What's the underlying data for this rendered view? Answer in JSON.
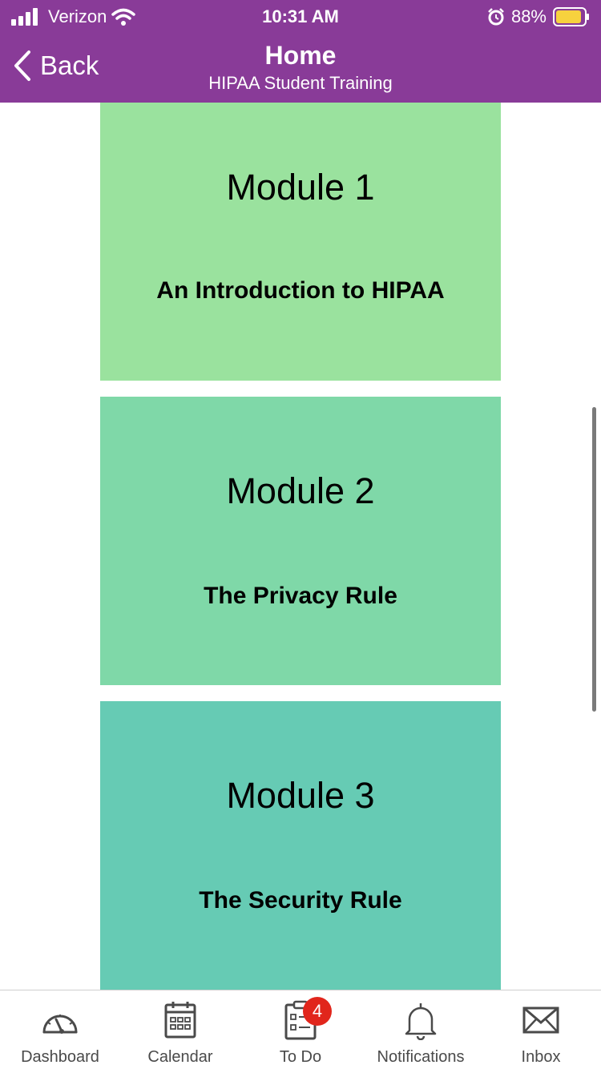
{
  "status_bar": {
    "carrier": "Verizon",
    "time": "10:31 AM",
    "battery": "88%"
  },
  "nav": {
    "back_label": "Back",
    "title": "Home",
    "subtitle": "HIPAA Student Training"
  },
  "modules": [
    {
      "number": "Module 1",
      "title": "An Introduction to HIPAA",
      "color": "#9ae29e"
    },
    {
      "number": "Module 2",
      "title": "The Privacy Rule",
      "color": "#7fd8a8"
    },
    {
      "number": "Module 3",
      "title": "The Security Rule",
      "color": "#66cbb4"
    }
  ],
  "tabs": [
    {
      "label": "Dashboard",
      "icon": "dashboard-gauge-icon"
    },
    {
      "label": "Calendar",
      "icon": "calendar-icon"
    },
    {
      "label": "To Do",
      "icon": "clipboard-checklist-icon",
      "badge": "4"
    },
    {
      "label": "Notifications",
      "icon": "bell-icon"
    },
    {
      "label": "Inbox",
      "icon": "envelope-icon"
    }
  ],
  "colors": {
    "header": "#893b98",
    "badge": "#e1261c",
    "battery": "#f7d23e"
  }
}
